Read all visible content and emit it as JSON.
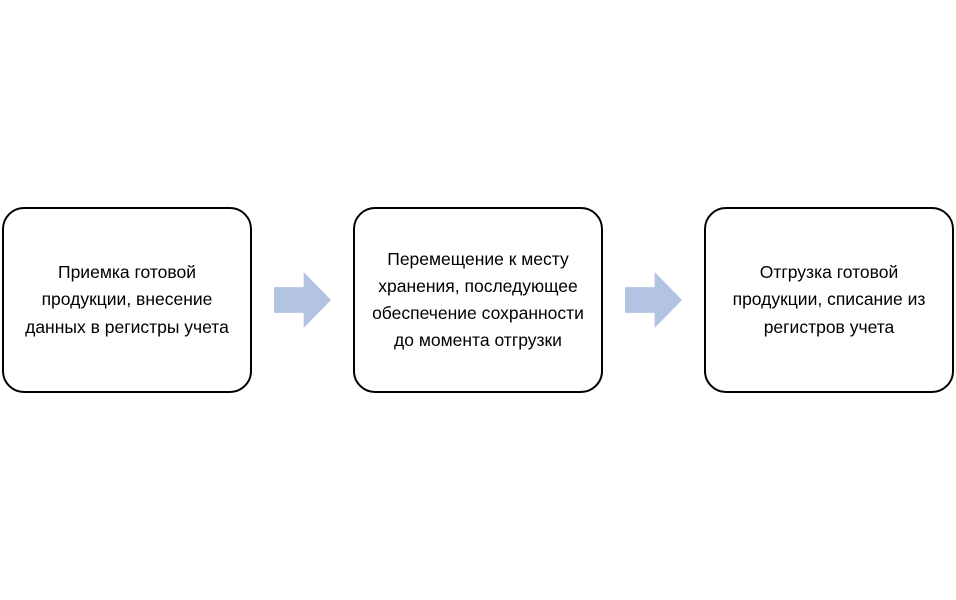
{
  "diagram": {
    "title": "",
    "boxes": [
      {
        "id": "step-1",
        "text": "Приемка готовой продукции, внесение данных в регистры учета"
      },
      {
        "id": "step-2",
        "text": "Перемещение к месту хранения, последующее обеспечение сохранности до момента отгрузки"
      },
      {
        "id": "step-3",
        "text": "Отгрузка готовой продукции, списание из регистров учета"
      }
    ],
    "arrows": [
      {
        "direction": "right"
      },
      {
        "direction": "right"
      }
    ],
    "colors": {
      "arrow_fill": "#b3c3e2",
      "box_border": "#000000",
      "box_fill": "#ffffff",
      "background": "#ffffff",
      "text": "#000000"
    }
  }
}
